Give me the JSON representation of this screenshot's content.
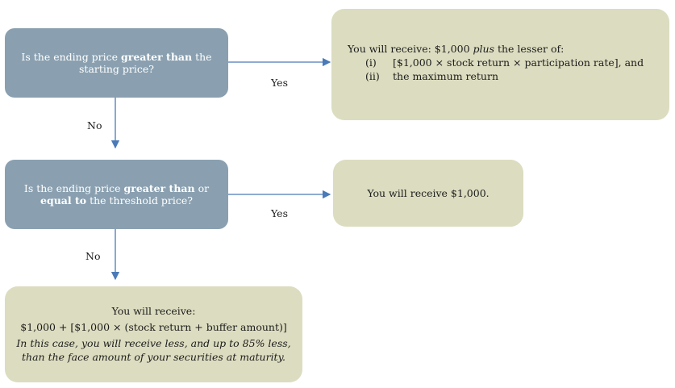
{
  "q1": {
    "pre": "Is the ending price ",
    "bold": "greater than",
    "post": " the starting price?"
  },
  "q2": {
    "pre": "Is the ending price ",
    "bold1": "greater than",
    "mid1": " or ",
    "bold2": "equal to",
    "post": " the threshold price?"
  },
  "a1": {
    "pre": "You will receive: $1,000 ",
    "em": "plus",
    "post": " the lesser of:",
    "items": [
      {
        "num": "(i)",
        "text": "[$1,000 × stock return × participation rate], and"
      },
      {
        "num": "(ii)",
        "text": "the maximum return"
      }
    ]
  },
  "a2": {
    "text": "You will receive $1,000."
  },
  "a3": {
    "line1": "You will receive:",
    "line2": "$1,000 + [$1,000 × (stock return + buffer amount)]",
    "note1": "In this case, you will receive less, and up to 85% less,",
    "note2": "than the face amount of your securities at maturity."
  },
  "labels": {
    "yes1": "Yes",
    "no1": "No",
    "yes2": "Yes",
    "no2": "No"
  },
  "colors": {
    "question": "#8aa0b0",
    "answer": "#dcdcc0",
    "arrow": "#4a7ab8"
  }
}
